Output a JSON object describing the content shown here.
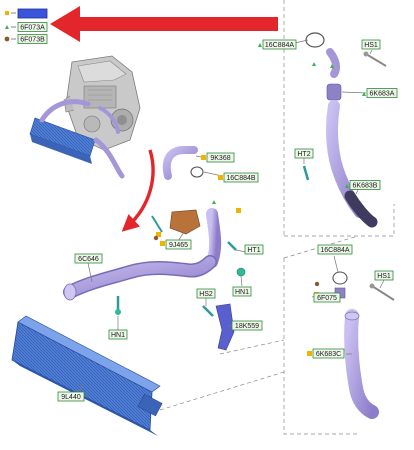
{
  "legend": [
    {
      "label": "6F073A",
      "marker": "triangle-green-icon",
      "color": "#3bb34a"
    },
    {
      "label": "6F073B",
      "marker": "circle-brown-icon",
      "color": "#8a5a2b"
    }
  ],
  "selected_label": "",
  "parts": {
    "p16C884A_top": "16C884A",
    "hs1_top": "HS1",
    "p6K683A": "6K683A",
    "ht2": "HT2",
    "p6K683B": "6K683B",
    "p9K368": "9K368",
    "p16C884B": "16C884B",
    "p9J465": "9J465",
    "ht1": "HT1",
    "hn1_mid": "HN1",
    "p6C646": "6C646",
    "hs2": "HS2",
    "p18K559": "18K559",
    "hn1_low": "HN1",
    "p16C884A_low": "16C884A",
    "hs1_low": "HS1",
    "p6F075": "6F075",
    "p6K683C": "6K683C",
    "p9L440": "9L440"
  },
  "colors": {
    "pipe_purple": "#a596d8",
    "pipe_shadow": "#7a6bb5",
    "cooler_blue": "#4f7fd6",
    "arrow_red": "#e3262b",
    "label_green": "#2e8b3a",
    "engine_gray": "#9a9a9a"
  }
}
